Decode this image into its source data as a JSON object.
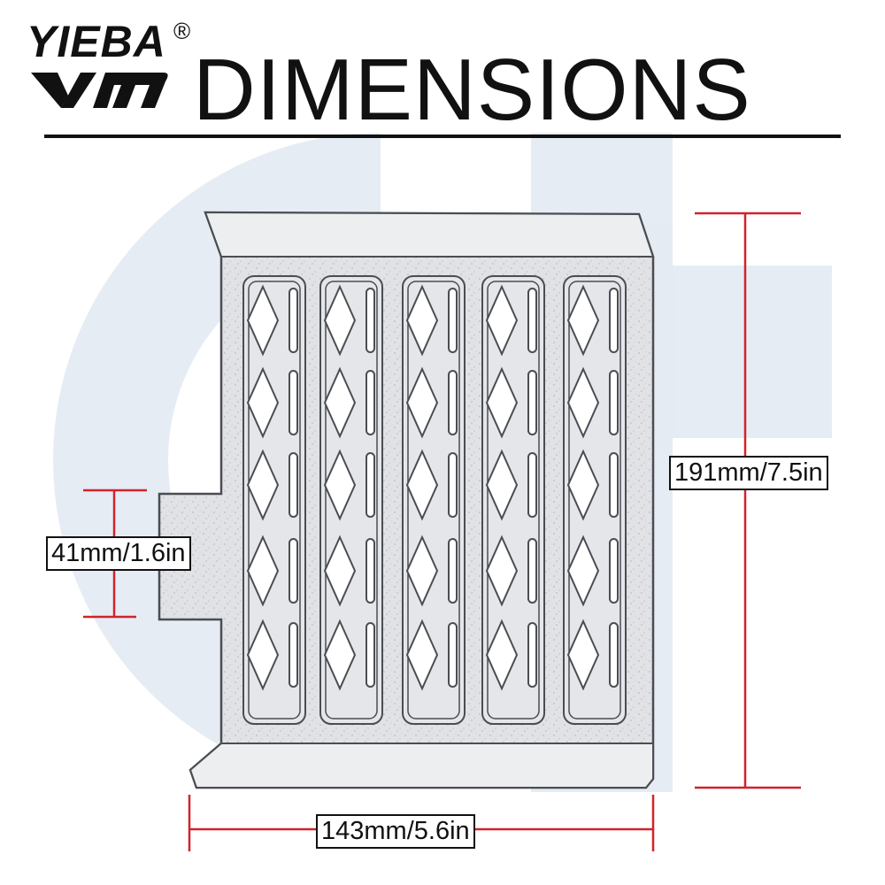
{
  "brand": {
    "name": "YIEBA",
    "registered_mark": "®"
  },
  "title": "DIMENSIONS",
  "dimensions": {
    "height": "191mm/7.5in",
    "tab_height": "41mm/1.6in",
    "width": "143mm/5.6in"
  },
  "colors": {
    "dimension_line": "#d0242b",
    "watermark": "#d9e2ef",
    "plate": "#dfe1e4",
    "text": "#111111"
  },
  "icons": [
    "yieba-logo-mark-icon"
  ]
}
